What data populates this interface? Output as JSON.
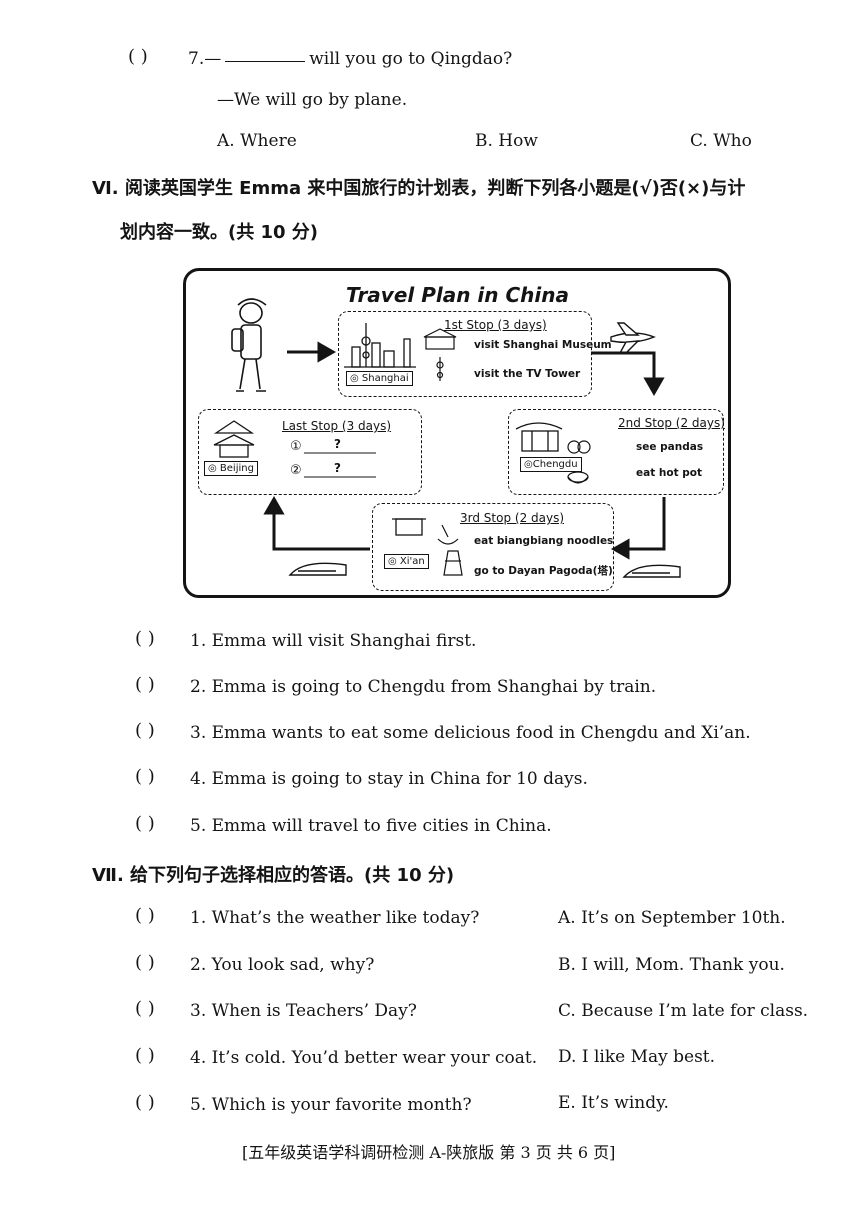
{
  "top_question": {
    "paren": "(      )",
    "number": "7.",
    "dash": "—",
    "rest": "will you go to Qingdao?",
    "answer": "—We will go by plane.",
    "options": [
      "A. Where",
      "B. How",
      "C. Who"
    ]
  },
  "section6": {
    "title_line1": "Ⅵ. 阅读英国学生 Emma 来中国旅行的计划表，判断下列各小题是(√)否(×)与计",
    "title_line2": "划内容一致。(共 10 分)",
    "figure": {
      "title": "Travel Plan in China",
      "stop1": {
        "title": "1st Stop  (3 days)",
        "items": [
          "visit Shanghai Museum",
          "visit the TV Tower"
        ],
        "city": "Shanghai"
      },
      "stop2": {
        "title": "2nd Stop  (2 days)",
        "items": [
          "see pandas",
          "eat hot pot"
        ],
        "city": "Chengdu"
      },
      "stop3": {
        "title": "3rd Stop  (2 days)",
        "items": [
          "eat biangbiang noodles",
          "go to Dayan Pagoda(塔)"
        ],
        "city": "Xi'an"
      },
      "last": {
        "title": "Last Stop  (3 days)",
        "items": [
          "①",
          "?",
          "②",
          "?"
        ],
        "city": "Beijing"
      }
    },
    "questions": [
      {
        "paren": "(      )",
        "text": "1. Emma will visit Shanghai first."
      },
      {
        "paren": "(      )",
        "text": "2. Emma is going to Chengdu from Shanghai by train."
      },
      {
        "paren": "(      )",
        "text": "3. Emma wants to eat some delicious food in Chengdu and Xi’an."
      },
      {
        "paren": "(      )",
        "text": "4. Emma is going to stay in China for 10 days."
      },
      {
        "paren": "(      )",
        "text": "5. Emma will travel to five cities in China."
      }
    ]
  },
  "section7": {
    "title": "Ⅶ. 给下列句子选择相应的答语。(共 10 分)",
    "questions": [
      {
        "paren": "(      )",
        "text": "1. What’s the weather like today?"
      },
      {
        "paren": "(      )",
        "text": "2. You look sad, why?"
      },
      {
        "paren": "(      )",
        "text": "3. When is Teachers’ Day?"
      },
      {
        "paren": "(      )",
        "text": "4. It’s cold.  You’d better wear your coat."
      },
      {
        "paren": "(      )",
        "text": "5. Which is your favorite month?"
      }
    ],
    "answers": [
      "A. It’s on September 10th.",
      "B. I will,  Mom.  Thank you.",
      "C. Because I’m late for class.",
      "D. I like May best.",
      "E. It’s windy."
    ]
  },
  "footer": "[五年级英语学科调研检测 A-陕旅版   第 3 页    共 6 页]"
}
